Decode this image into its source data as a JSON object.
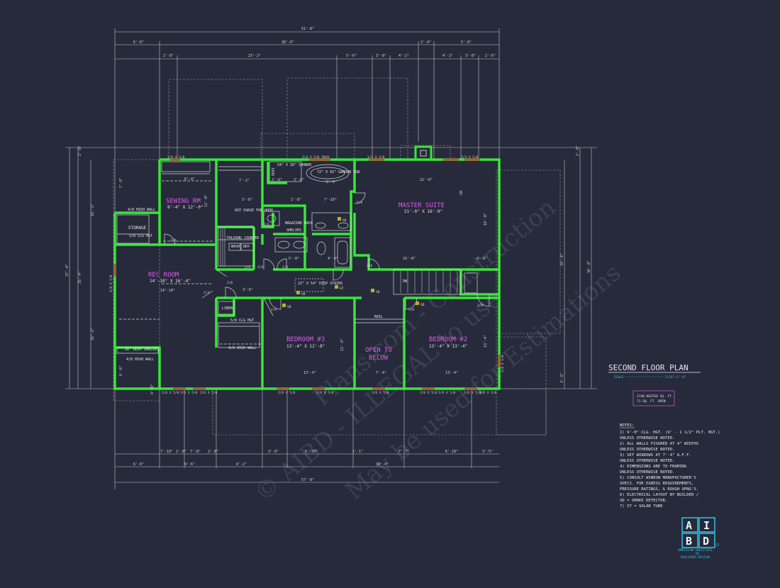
{
  "sheet": {
    "title": "SECOND FLOOR PLAN",
    "scale_label": "SCALE",
    "scale_value": "3/16\"=1'-0\"",
    "area_lines": [
      "1748 HEATED SQ. FT.",
      "71 SQ. FT. OPEN"
    ],
    "notes_title": "NOTES:",
    "notes": [
      "1) 9'-0\" CLG. HGT. (9' - 1 1/2\" PLT. HGT.)",
      "   UNLESS OTHERWISE NOTED.",
      "2) ALL WALLS FIGURED AT 4\" WIDTHS",
      "   UNLESS OTHERWISE NOTED.",
      "3) SET WINDOWS AT 7'-4\" A.F.F.",
      "   UNLESS OTHERWISE NOTED.",
      "4) DIMENSIONS ARE TO FRAMING",
      "   UNLESS OTHERWISE NOTED.",
      "5) CONSULT WINDOW MANUFACTURER'S",
      "   SPECS. FOR EGRESS REQUIREMENTS,",
      "   PRESSURE RATINGS, & ROUGH OPNG'S.",
      "6) ELECTRICAL LAYOUT BY BUILDER /",
      "   SD = SMOKE DETECTOR.",
      "7) ST = SOLAR TUBE"
    ],
    "logo_letters": [
      "A",
      "I",
      "B",
      "D"
    ],
    "logo_caption": [
      "AMERICAN INSTITUTE",
      "OF",
      "BUILDING DESIGN"
    ],
    "watermarks": [
      "© AIBD - ILLEGAL to use",
      "Plans.com - Construction",
      "May be used for Estimations"
    ],
    "colors": {
      "background": "#262a3b",
      "walls": "#39e639",
      "labels": "#e05ae8",
      "lines": "#c8c8c8",
      "logo": "#2ec4e6"
    }
  },
  "rooms": [
    {
      "name": "SEWING RM",
      "size": "8'-4\" X 12'-0\""
    },
    {
      "name": "MASTER SUITE",
      "size": "21'-0\" X 16'-0\""
    },
    {
      "name": "REC ROOM",
      "size": "14'-10\" X 16'-4\""
    },
    {
      "name": "BEDROOM #3",
      "size": "13'-4\" X 12'-8\""
    },
    {
      "name": "OPEN TO",
      "size": "BELOW"
    },
    {
      "name": "BEDROOM #2",
      "size": "13'-4\" X 13'-4\""
    }
  ],
  "fixtures": {
    "storage": "STORAGE",
    "shower": "54\" X 36\" SHOWER",
    "tub": "72\" X 42\" GARDEN TUB",
    "seat": "SEAT",
    "outchase": "OUT CHASE FOR HOOD",
    "magazine": "MAGAZINE RACK",
    "shelves": "SHELVES",
    "folding": "FOLDING COUNTER",
    "wash": "WASH",
    "dry": "DRY",
    "attic_stairs": "22\" X 54\" DISP STAIRS",
    "linen": "LINEN",
    "clg_hgt_1": "5/8 CLG HGT",
    "clg_hgt_2": "5/8 CLG HGT",
    "deep_shelves": "16\" DEEP SHELVES",
    "knee_wall_1": "4/8 HIGH WALL",
    "knee_wall_2": "4/8 HIGH WALL",
    "knee_wall_3": "4/8 HIGH WALL",
    "rail": "RAIL",
    "dn": "DN",
    "ch": "CH",
    "sd": "SD",
    "st": "ST"
  },
  "dimensions": {
    "top_total": "51'-8\"",
    "top_row1": [
      "6'-6\"",
      "38'-6\"",
      "2'-4\"",
      "5'-8\""
    ],
    "top_row2": [
      "2'-8\"",
      "23'-2\"",
      "5'-6\"",
      "3'-8\"",
      "4'-2\"",
      "4'-2\"",
      "3'-8\"",
      "2'-6\""
    ],
    "bottom_row1": [
      "7'-10\"",
      "2'-8\"",
      "7'-8\"",
      "2'-8\"",
      "3'-9\"",
      "6'-10\"",
      "1'-1\"",
      "7'-7\"",
      "6'-10\"",
      "3'-5\""
    ],
    "bottom_row2": [
      "6'-6\"",
      "9'-6\"",
      "6'-2\"",
      "38'-4\""
    ],
    "bottom_total": "57'-8\"",
    "left": [
      "2'-8\"",
      "7'-8\"",
      "16'-2\"",
      "37'-4\"",
      "35'-4\"",
      "16'-2\"",
      "6'-8\"",
      "4'-8\""
    ],
    "right": [
      "2'-8\"",
      "34'-8\"",
      "36'-8\"",
      "3'-6\""
    ],
    "inner": [
      "8'-4\"",
      "12'-0\"",
      "21'-0\"",
      "16'-0\"",
      "14'-10\"",
      "13'-4\"",
      "13'-4\"",
      "7'-4\"",
      "16'-8\"",
      "4'-8\"",
      "3'-6\"",
      "7'-2\"",
      "2'-6\"",
      "3'-8\"",
      "6'-0\"",
      "7'-10\"",
      "2'-8\"",
      "3'-8\"",
      "5'-0\"",
      "4'-0\"",
      "12'-8\"",
      "13'-4\""
    ]
  },
  "windows": [
    "2/6 X 5/0",
    "3/4 X 5/0 TWIN",
    "2/3 X 5/0",
    "2/3 X 5/0",
    "2/6 X 5/0",
    "2/6 X 5/0",
    "2/6 X 5/0",
    "2/6 X 5/0",
    "2/6 X 5/0",
    "2/6 X 5/0",
    "2/6 X 5/0",
    "2/6 X 5/0",
    "2/6 X 5/0",
    "2/6 X 5/0",
    "2/8 X 5/0",
    "2/8 X 5/0"
  ],
  "doors": [
    "2/8",
    "2/8",
    "2/8",
    "2/8",
    "2/6",
    "2/6",
    "2/8",
    "2/8",
    "3/0",
    "2/8",
    "2/4",
    "2/0"
  ]
}
